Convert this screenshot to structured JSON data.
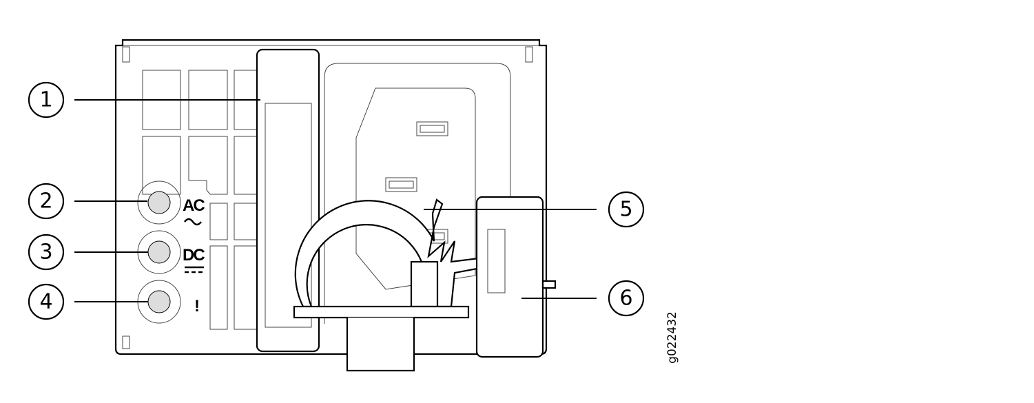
{
  "diagram": {
    "figure_id": "g022432",
    "callouts": [
      {
        "number": "1"
      },
      {
        "number": "2"
      },
      {
        "number": "3"
      },
      {
        "number": "4"
      },
      {
        "number": "5"
      },
      {
        "number": "6"
      }
    ],
    "leds": [
      {
        "label": "AC",
        "symbol": "~"
      },
      {
        "label": "DC",
        "symbol": "dc-symbol"
      },
      {
        "label": "!"
      }
    ],
    "colors": {
      "line": "#000000",
      "led_fill": "#dddddd"
    }
  }
}
